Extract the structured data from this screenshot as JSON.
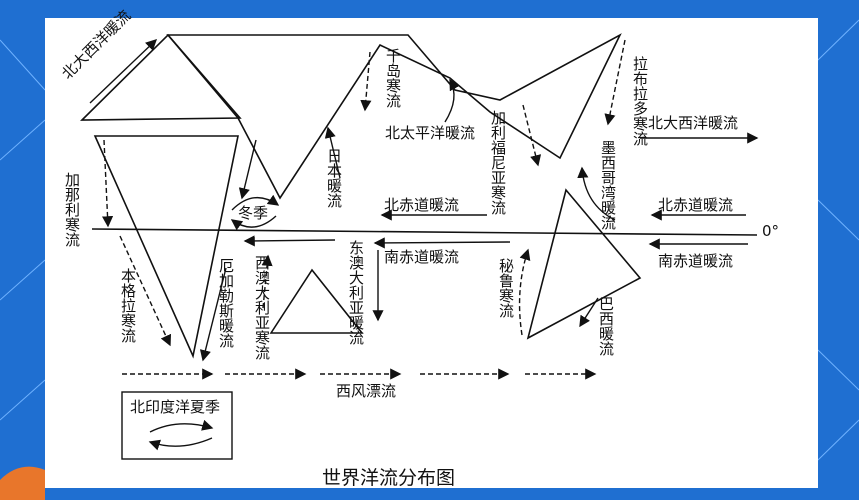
{
  "diagram": {
    "title": "世界洋流分布图",
    "equator_label": "0°",
    "legend": {
      "title": "北印度洋夏季"
    },
    "currents": {
      "north_atlantic_warm_left": "北大西洋暖流",
      "canary_cold": "加那利寒流",
      "benguela_cold": "本格拉寒流",
      "winter_note": "冬季",
      "agulhas_warm": "厄加勒斯暖流",
      "west_australia_cold": "西澳大利亚寒流",
      "east_australia_warm": "东澳大利亚暖流",
      "oyashio_cold": "千岛寒流",
      "kuroshio_warm": "日本暖流",
      "north_pacific_warm": "北太平洋暖流",
      "california_cold": "加利福尼亚寒流",
      "labrador_cold": "拉布拉多寒流",
      "north_atlantic_warm_right": "北大西洋暖流",
      "gulf_stream_warm": "墨西哥湾暖流",
      "north_equatorial_left": "北赤道暖流",
      "north_equatorial_right": "北赤道暖流",
      "south_equatorial_left": "南赤道暖流",
      "south_equatorial_right": "南赤道暖流",
      "peru_cold": "秘鲁寒流",
      "brazil_warm": "巴西暖流",
      "west_wind_drift": "西风漂流"
    }
  }
}
